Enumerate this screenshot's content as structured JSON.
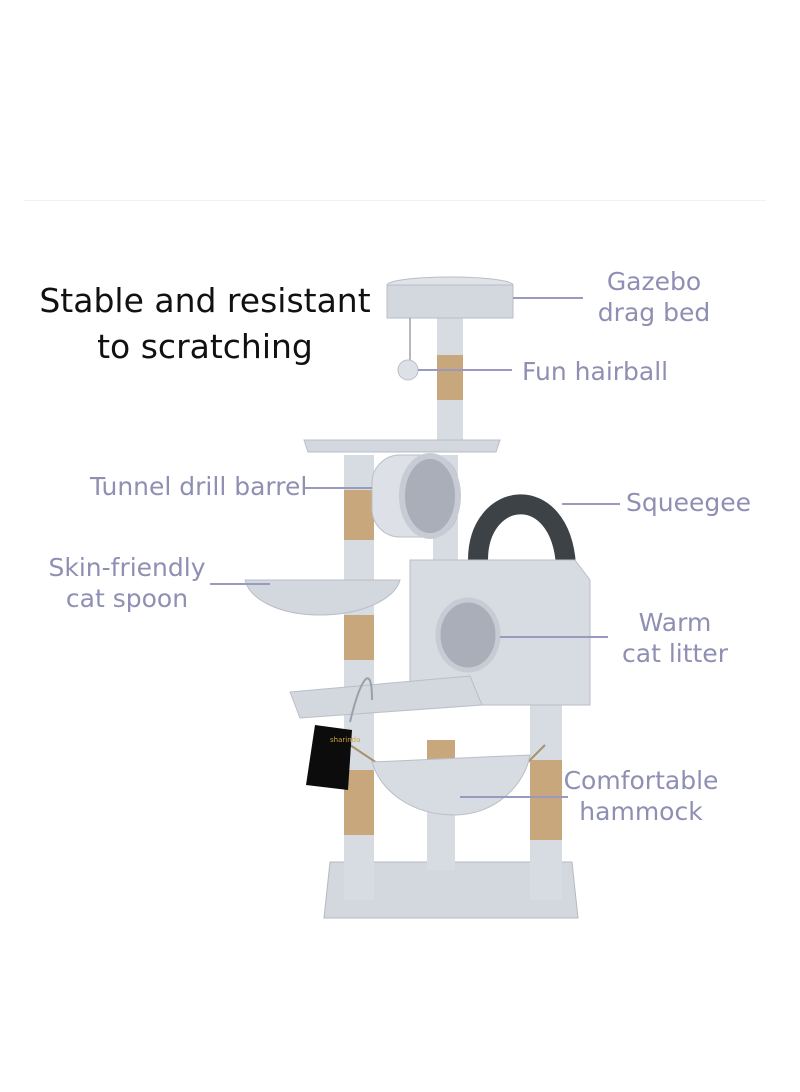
{
  "headline": {
    "line1": "Stable and resistant",
    "line2": "to scratching"
  },
  "callouts": {
    "gazebo": [
      "Gazebo",
      "drag bed"
    ],
    "hairball": "Fun hairball",
    "tunnel": "Tunnel drill barrel",
    "squeegee": "Squeegee",
    "spoon": [
      "Skin-friendly",
      "cat spoon"
    ],
    "litter": [
      "Warm",
      "cat litter"
    ],
    "hammock": [
      "Comfortable",
      "hammock"
    ]
  },
  "tag": {
    "brand": "sharinda"
  },
  "colors": {
    "label": "#8f8fb4",
    "leader": "#9a9ac0",
    "plush": "#d7dbe2",
    "plush_shade": "#b9bec8",
    "sisal": "#c9a77c",
    "brush": "#3d4246"
  }
}
